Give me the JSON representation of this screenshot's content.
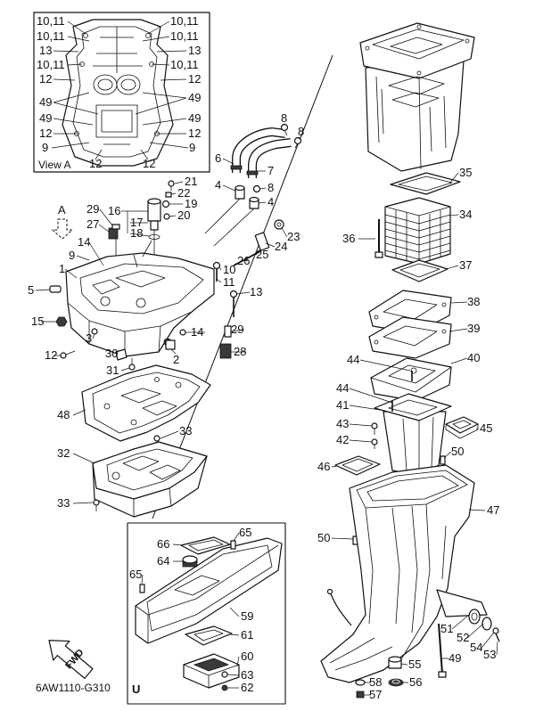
{
  "view_a": {
    "title": "View A",
    "labels": [
      "10,11",
      "10,11",
      "10,11",
      "10,11",
      "13",
      "13",
      "10,11",
      "10,11",
      "12",
      "12",
      "49",
      "49",
      "49",
      "49",
      "12",
      "12",
      "9",
      "9",
      "12",
      "12"
    ]
  },
  "direction_marker": "A",
  "callouts": [
    "8",
    "8",
    "6",
    "7",
    "8",
    "4",
    "4",
    "35",
    "21",
    "22",
    "19",
    "20",
    "29",
    "16",
    "17",
    "18",
    "27",
    "34",
    "23",
    "36",
    "14",
    "24",
    "25",
    "26",
    "9",
    "1",
    "37",
    "10",
    "11",
    "5",
    "13",
    "38",
    "15",
    "29",
    "39",
    "14",
    "3",
    "12",
    "30",
    "28",
    "2",
    "40",
    "44",
    "31",
    "44",
    "41",
    "48",
    "43",
    "45",
    "33",
    "42",
    "32",
    "50",
    "46",
    "33",
    "47",
    "50",
    "51",
    "52",
    "54",
    "53",
    "49",
    "55",
    "56",
    "58",
    "57"
  ],
  "inset": {
    "label": "U",
    "callouts": [
      "65",
      "66",
      "64",
      "65",
      "59",
      "61",
      "60",
      "63",
      "62"
    ]
  },
  "fwd_label": "FWD",
  "diagram_code": "6AW1110-G310"
}
